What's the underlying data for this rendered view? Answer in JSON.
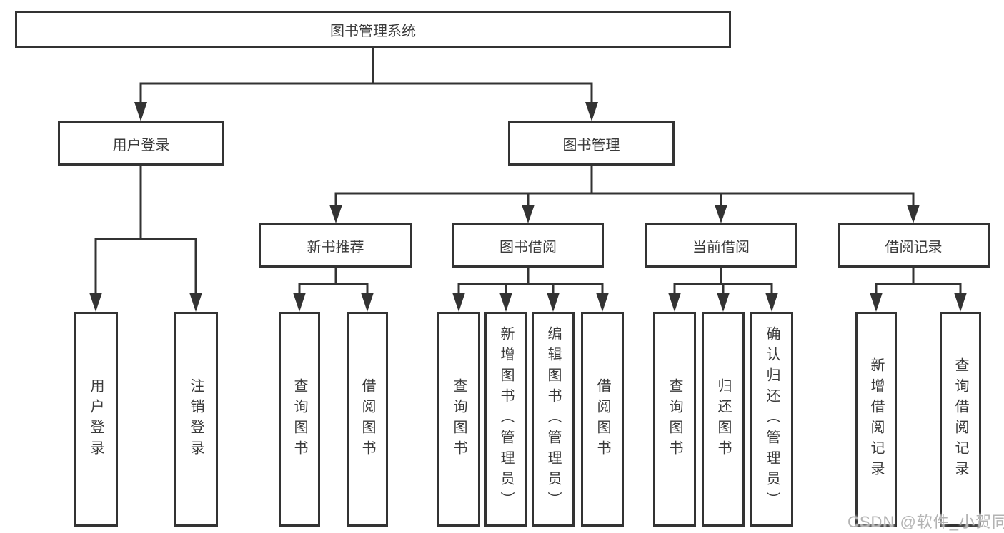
{
  "diagram": {
    "root": {
      "label": "图书管理系统"
    },
    "branches": [
      {
        "label": "用户登录",
        "children": [
          {
            "label": "用户登录"
          },
          {
            "label": "注销登录"
          }
        ]
      },
      {
        "label": "图书管理",
        "groups": [
          {
            "label": "新书推荐",
            "children": [
              {
                "label": "查询图书"
              },
              {
                "label": "借阅图书"
              }
            ]
          },
          {
            "label": "图书借阅",
            "children": [
              {
                "label": "查询图书"
              },
              {
                "label": "新增图书（管理员）"
              },
              {
                "label": "编辑图书（管理员）"
              },
              {
                "label": "借阅图书"
              }
            ]
          },
          {
            "label": "当前借阅",
            "children": [
              {
                "label": "查询图书"
              },
              {
                "label": "归还图书"
              },
              {
                "label": "确认归还（管理员）"
              }
            ]
          },
          {
            "label": "借阅记录",
            "children": [
              {
                "label": "新增借阅记录"
              },
              {
                "label": "查询借阅记录"
              }
            ]
          }
        ]
      }
    ]
  },
  "watermark": "CSDN @软件_小贺同学",
  "colors": {
    "line": "#333333",
    "text": "#3a3a3a",
    "watermark": "#b3b3b3",
    "background": "#ffffff"
  }
}
